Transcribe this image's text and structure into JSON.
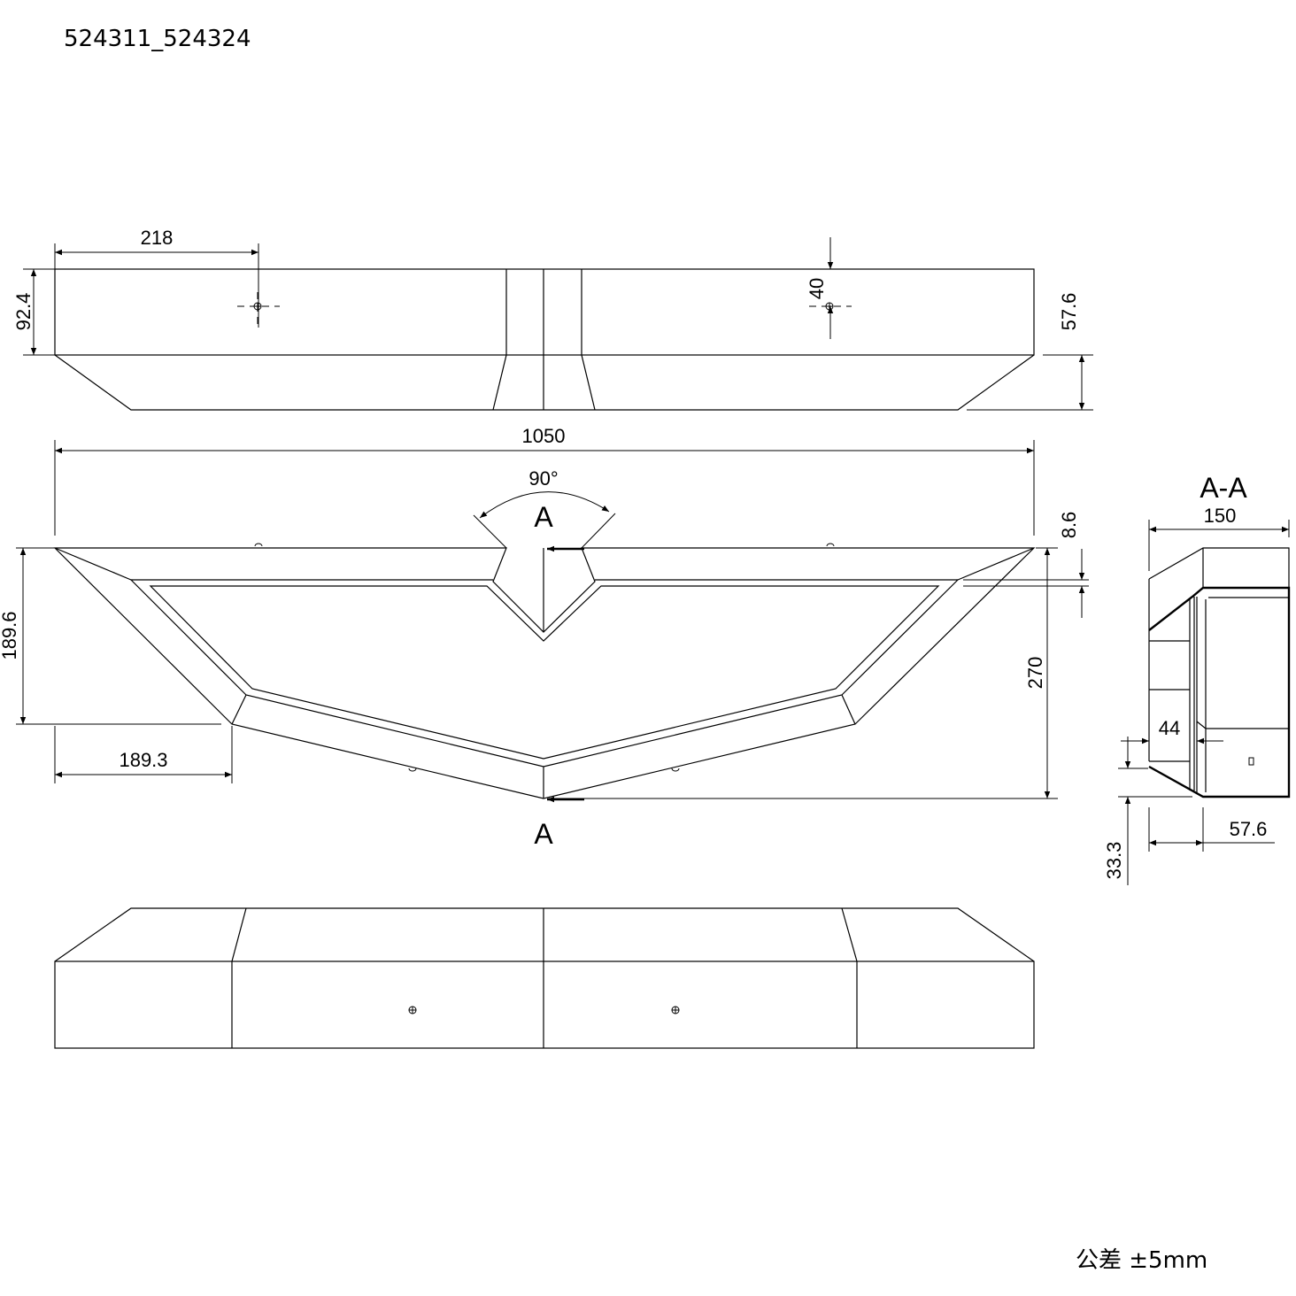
{
  "title": "524311_524324",
  "tolerance": "公差 ±5mm",
  "front_view": {
    "dims": {
      "width_to_hole": "218",
      "height": "92.4",
      "hole_from_top": "40",
      "bevel_height": "57.6"
    }
  },
  "plan_view": {
    "dims": {
      "total_width": "1050",
      "notch_angle": "90°",
      "depth_side": "189.6",
      "corner_offset": "189.3",
      "total_depth": "270",
      "rim": "8.6"
    },
    "section_labels": [
      "A",
      "A"
    ]
  },
  "section_view": {
    "title": "A-A",
    "dims": {
      "depth": "150",
      "inner": "44",
      "bottom": "33.3",
      "base": "57.6"
    }
  }
}
